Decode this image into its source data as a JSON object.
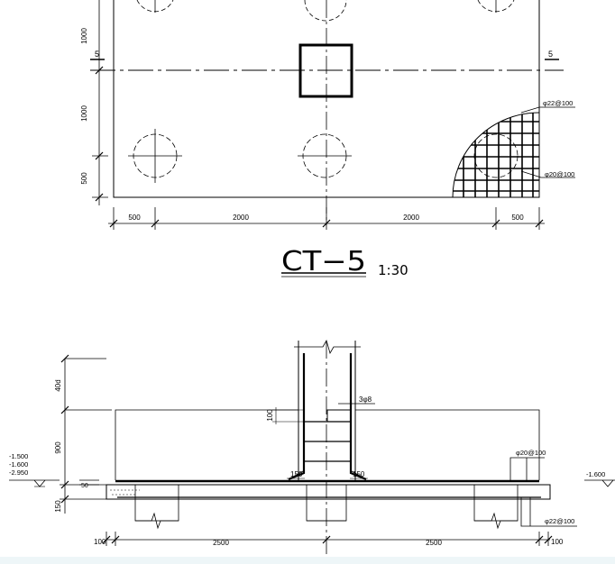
{
  "plan": {
    "title": "CT−5",
    "scale": "1:30",
    "section_mark_left": "5",
    "section_mark_right": "5",
    "left_dims": [
      "1000",
      "1000",
      "500"
    ],
    "bottom_dims": [
      "500",
      "2000",
      "2000",
      "500"
    ],
    "rebar_top": "φ22@100",
    "rebar_bottom": "φ20@100"
  },
  "section": {
    "level_left": [
      "-1.500",
      "-1.600",
      "-2.950"
    ],
    "level_right": "-1.600",
    "left_dims": [
      "40d",
      "900",
      "50",
      "150"
    ],
    "stirrup_dim": "100",
    "column_rebar": "3φ8",
    "haunch_left": "150",
    "haunch_right": "150",
    "rebar_top": "φ20@100",
    "rebar_bottom": "φ22@100",
    "bottom_dims": [
      "100",
      "2500",
      "2500",
      "100"
    ]
  },
  "colors": {
    "line": "#000000",
    "background": "#ffffff",
    "strip": "#eef6f8"
  }
}
